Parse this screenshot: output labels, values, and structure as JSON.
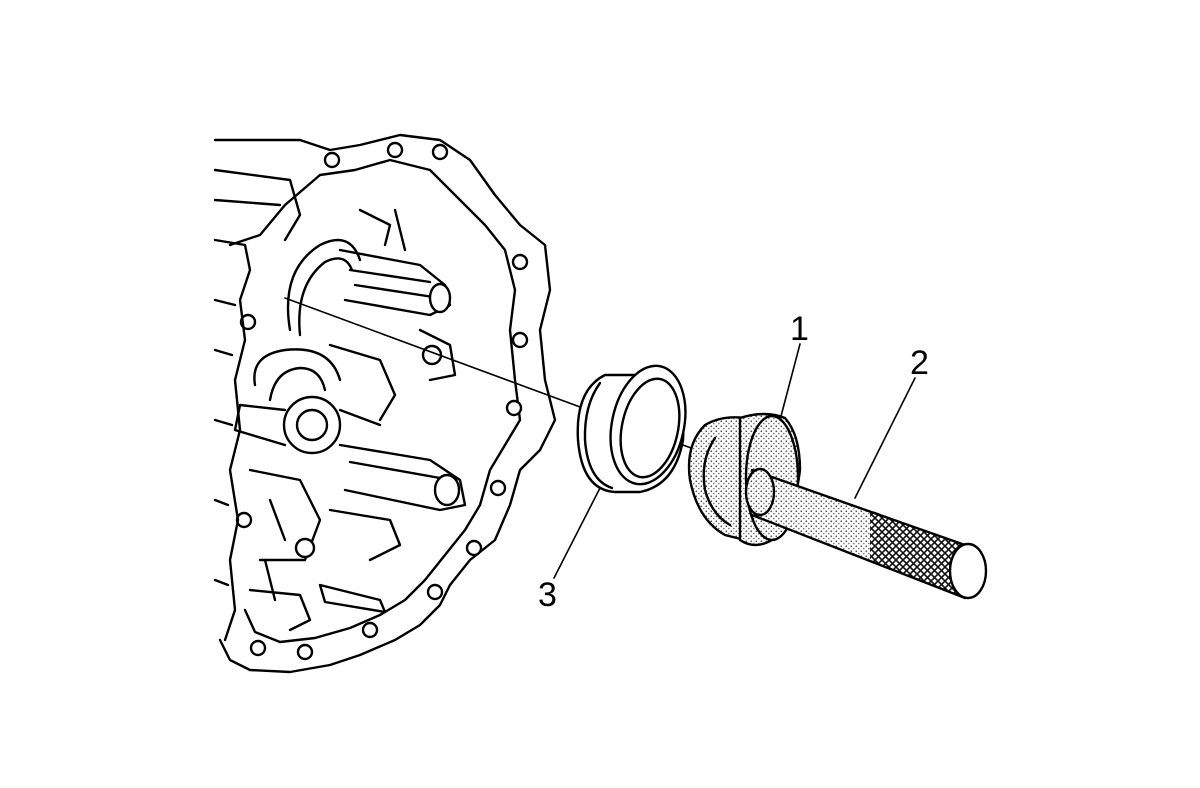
{
  "callouts": [
    {
      "id": "1",
      "label": "1"
    },
    {
      "id": "2",
      "label": "2"
    },
    {
      "id": "3",
      "label": "3"
    }
  ],
  "colors": {
    "line": "#000000",
    "background": "#ffffff",
    "stipple": "#bdbdbd",
    "knurl": "#1a1a1a"
  },
  "icons": [
    "transmission-case-icon",
    "seal-ring-icon",
    "installer-tool-icon",
    "handle-icon"
  ]
}
